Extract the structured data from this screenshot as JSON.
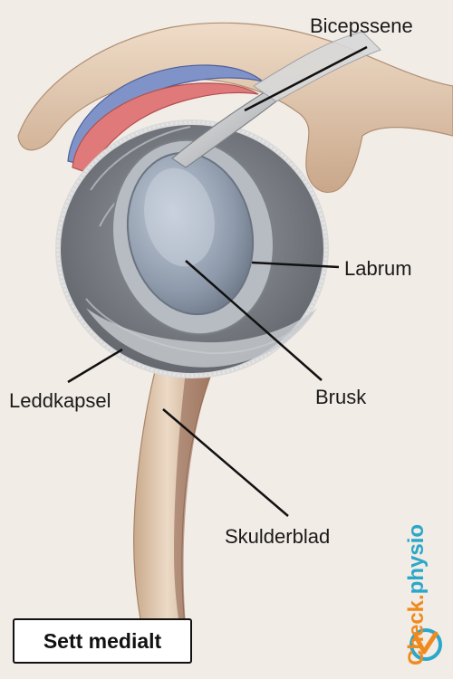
{
  "labels": {
    "biceps": "Bicepssene",
    "labrum": "Labrum",
    "brusk": "Brusk",
    "leddkapsel": "Leddkapsel",
    "skulderblad": "Skulderblad"
  },
  "view_label": "Sett medialt",
  "brand": {
    "part1": "Check.",
    "part2": "physio"
  },
  "colors": {
    "background": "#f2ece6",
    "bone": "#dcc3a8",
    "cartilage": "#a9b6c8",
    "capsule": "#8f9398",
    "muscle_red": "#e07a7a",
    "muscle_blue": "#7f93c9",
    "brand_orange": "#f08a1f",
    "brand_blue": "#2aa7c9"
  }
}
